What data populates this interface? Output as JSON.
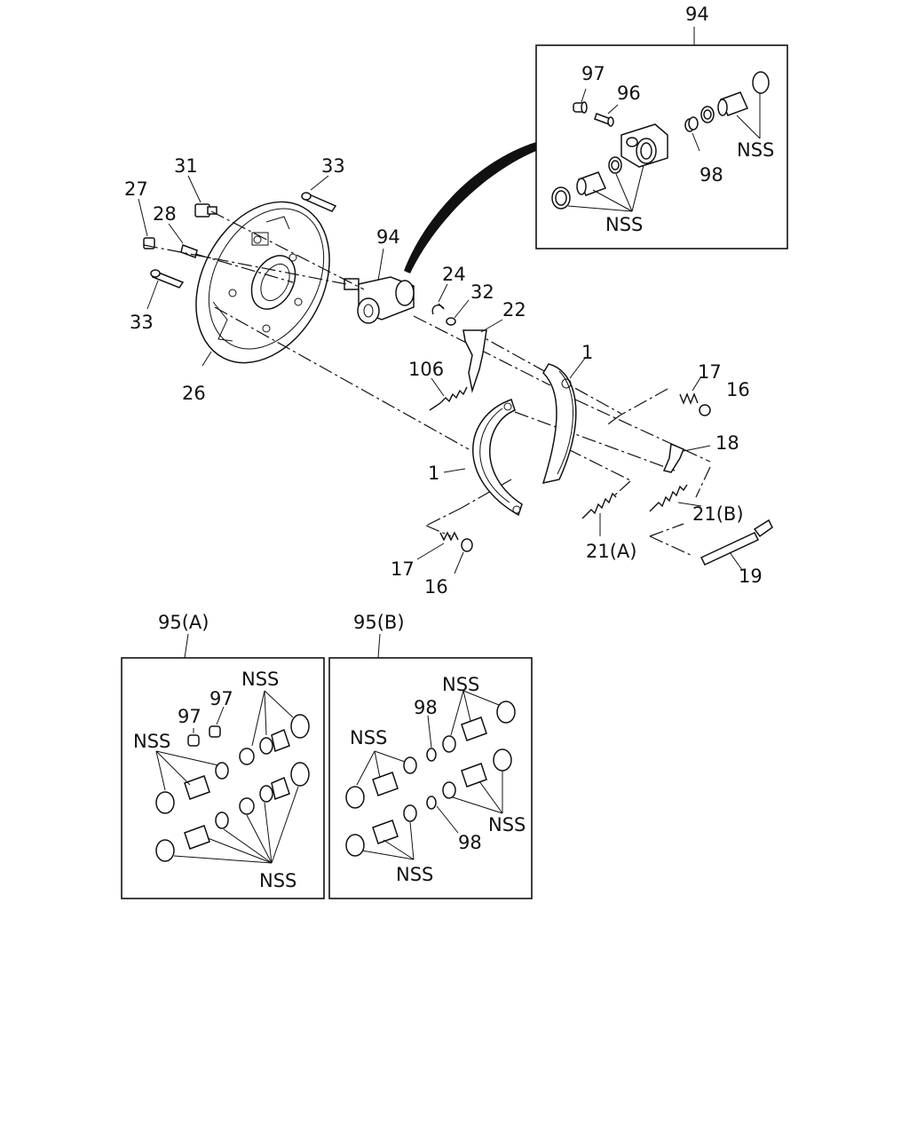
{
  "labels": {
    "l94_top": "94",
    "l97_ins": "97",
    "l96_ins": "96",
    "lNSS_ins1": "NSS",
    "l98_ins": "98",
    "lNSS_ins2": "NSS",
    "l31": "31",
    "l33_top": "33",
    "l27": "27",
    "l28": "28",
    "l33_bot": "33",
    "l26": "26",
    "l94_mid": "94",
    "l24": "24",
    "l32": "32",
    "l22": "22",
    "l106": "106",
    "l1_right": "1",
    "l17_right": "17",
    "l16_right": "16",
    "l18": "18",
    "l1_left": "1",
    "l21a": "21(A)",
    "l21b": "21(B)",
    "l17_bot": "17",
    "l16_bot": "16",
    "l19": "19",
    "l95a": "95(A)",
    "l95b": "95(B)",
    "a_NSS_top": "NSS",
    "a_97_1": "97",
    "a_97_2": "97",
    "a_NSS_left": "NSS",
    "a_NSS_bot": "NSS",
    "b_NSS_top": "NSS",
    "b_98_top": "98",
    "b_NSS_left": "NSS",
    "b_NSS_right": "NSS",
    "b_98_bot": "98",
    "b_NSS_bot": "NSS"
  }
}
